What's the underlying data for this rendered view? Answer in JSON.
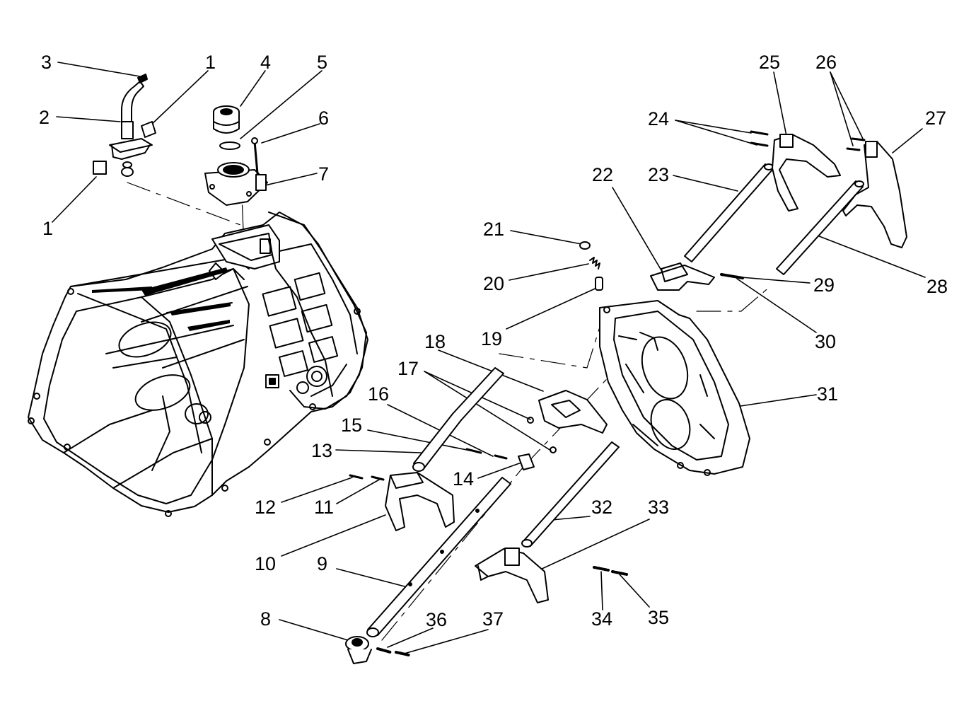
{
  "diagram": {
    "title": "",
    "background_color": "#ffffff",
    "ink_color": "#000000",
    "callouts": [
      {
        "id": "c1a",
        "label": "1"
      },
      {
        "id": "c1b",
        "label": "1"
      },
      {
        "id": "c2",
        "label": "2"
      },
      {
        "id": "c3",
        "label": "3"
      },
      {
        "id": "c4",
        "label": "4"
      },
      {
        "id": "c5",
        "label": "5"
      },
      {
        "id": "c6",
        "label": "6"
      },
      {
        "id": "c7",
        "label": "7"
      },
      {
        "id": "c8",
        "label": "8"
      },
      {
        "id": "c9",
        "label": "9"
      },
      {
        "id": "c10",
        "label": "10"
      },
      {
        "id": "c11",
        "label": "11"
      },
      {
        "id": "c12",
        "label": "12"
      },
      {
        "id": "c13",
        "label": "13"
      },
      {
        "id": "c14",
        "label": "14"
      },
      {
        "id": "c15",
        "label": "15"
      },
      {
        "id": "c16",
        "label": "16"
      },
      {
        "id": "c17",
        "label": "17"
      },
      {
        "id": "c18",
        "label": "18"
      },
      {
        "id": "c19",
        "label": "19"
      },
      {
        "id": "c20",
        "label": "20"
      },
      {
        "id": "c21",
        "label": "21"
      },
      {
        "id": "c22",
        "label": "22"
      },
      {
        "id": "c23",
        "label": "23"
      },
      {
        "id": "c24",
        "label": "24"
      },
      {
        "id": "c25",
        "label": "25"
      },
      {
        "id": "c26",
        "label": "26"
      },
      {
        "id": "c27",
        "label": "27"
      },
      {
        "id": "c28",
        "label": "28"
      },
      {
        "id": "c29",
        "label": "29"
      },
      {
        "id": "c30",
        "label": "30"
      },
      {
        "id": "c31",
        "label": "31"
      },
      {
        "id": "c32",
        "label": "32"
      },
      {
        "id": "c33",
        "label": "33"
      },
      {
        "id": "c34",
        "label": "34"
      },
      {
        "id": "c35",
        "label": "35"
      },
      {
        "id": "c36",
        "label": "36"
      },
      {
        "id": "c37",
        "label": "37"
      }
    ]
  }
}
